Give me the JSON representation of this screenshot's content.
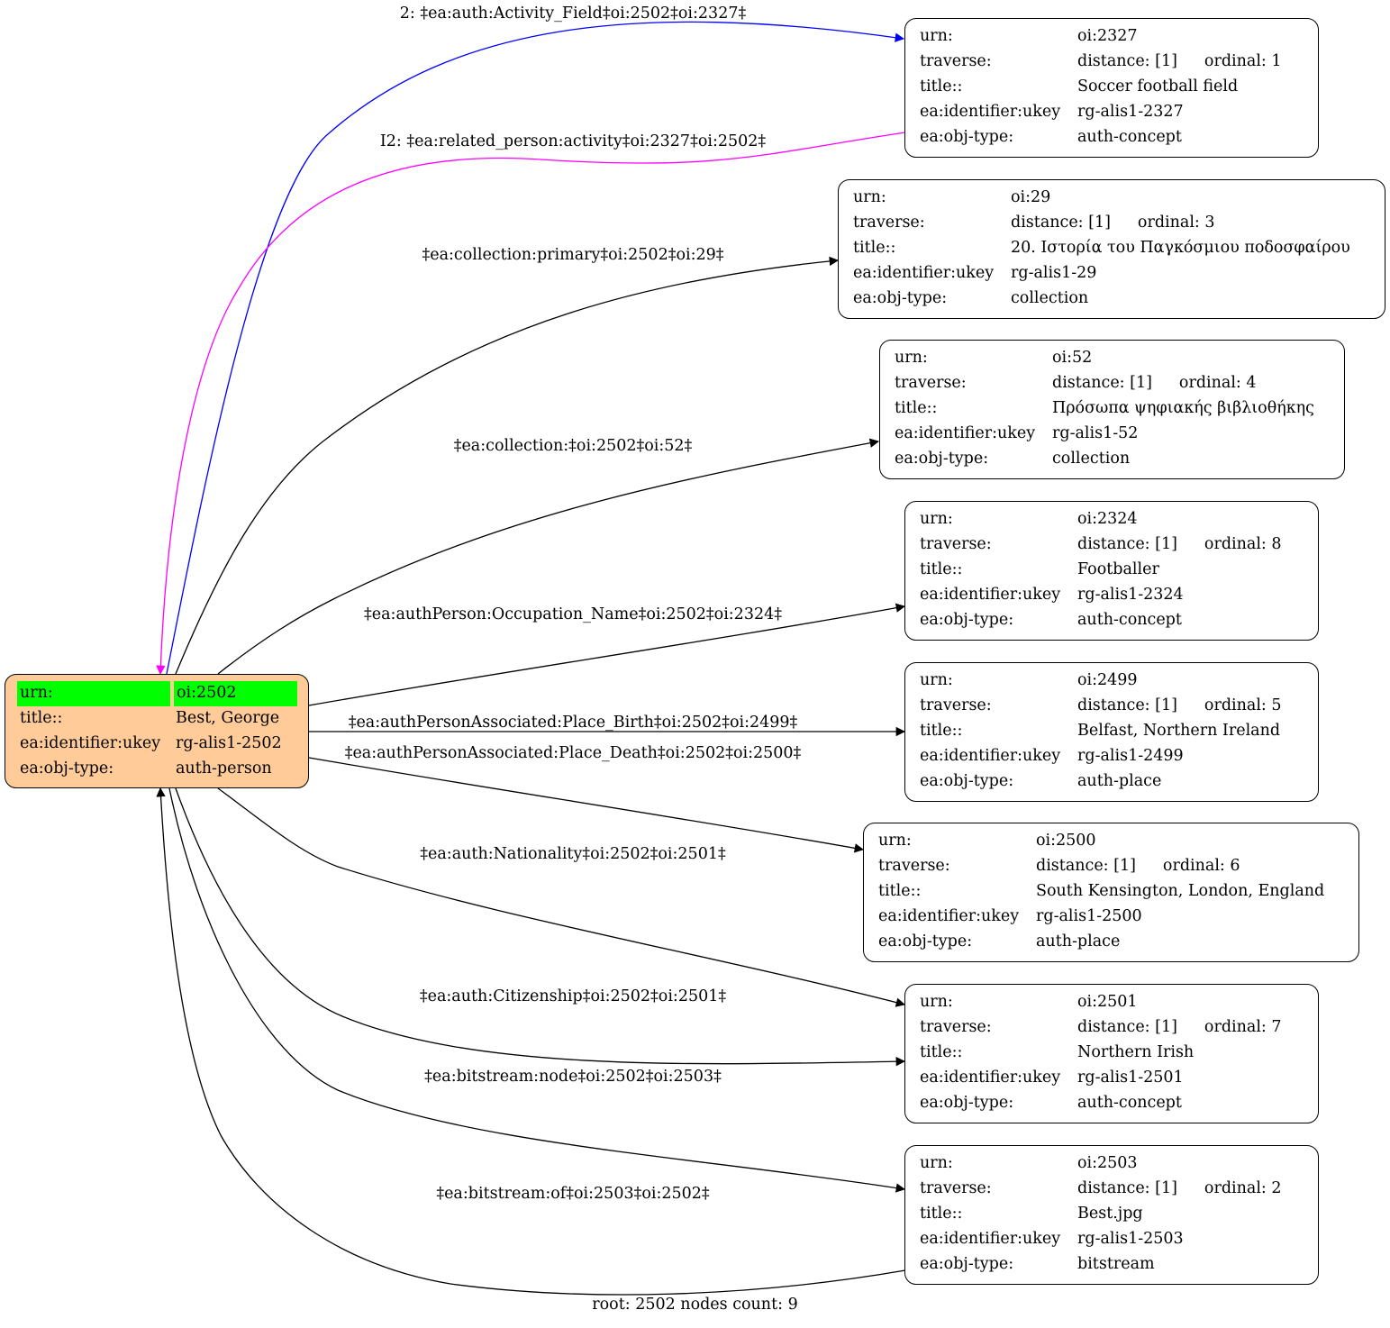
{
  "root_node": {
    "rows": [
      {
        "key": "urn:",
        "value": "oi:2502"
      },
      {
        "key": "title::",
        "value": "Best, George"
      },
      {
        "key": "ea:identifier:ukey",
        "value": "rg-alis1-2502"
      },
      {
        "key": "ea:obj-type:",
        "value": "auth-person"
      }
    ],
    "fill_color": "#ffcc99",
    "highlight_color": "#00ff00"
  },
  "nodes": [
    {
      "urn": "oi:2327",
      "distance": "distance: [1]",
      "ordinal": "ordinal: 1",
      "title": "Soccer football  field",
      "ukey": "rg-alis1-2327",
      "obj_type": "auth-concept"
    },
    {
      "urn": "oi:29",
      "distance": "distance: [1]",
      "ordinal": "ordinal: 3",
      "title": "20. Ιστορία του Παγκόσμιου ποδοσφαίρου",
      "ukey": "rg-alis1-29",
      "obj_type": "collection"
    },
    {
      "urn": "oi:52",
      "distance": "distance: [1]",
      "ordinal": "ordinal: 4",
      "title": "Πρόσωπα ψηφιακής βιβλιοθήκης",
      "ukey": "rg-alis1-52",
      "obj_type": "collection"
    },
    {
      "urn": "oi:2324",
      "distance": "distance: [1]",
      "ordinal": "ordinal: 8",
      "title": "Footballer",
      "ukey": "rg-alis1-2324",
      "obj_type": "auth-concept"
    },
    {
      "urn": "oi:2499",
      "distance": "distance: [1]",
      "ordinal": "ordinal: 5",
      "title": "Belfast, Northern Ireland",
      "ukey": "rg-alis1-2499",
      "obj_type": "auth-place"
    },
    {
      "urn": "oi:2500",
      "distance": "distance: [1]",
      "ordinal": "ordinal: 6",
      "title": "South Kensington, London, England",
      "ukey": "rg-alis1-2500",
      "obj_type": "auth-place"
    },
    {
      "urn": "oi:2501",
      "distance": "distance: [1]",
      "ordinal": "ordinal: 7",
      "title": "Northern Irish",
      "ukey": "rg-alis1-2501",
      "obj_type": "auth-concept"
    },
    {
      "urn": "oi:2503",
      "distance": "distance: [1]",
      "ordinal": "ordinal: 2",
      "title": "Best.jpg",
      "ukey": "rg-alis1-2503",
      "obj_type": "bitstream"
    }
  ],
  "node_keys": {
    "urn": "urn:",
    "traverse": "traverse:",
    "title": "title::",
    "ukey": "ea:identifier:ukey",
    "obj_type": "ea:obj-type:"
  },
  "edges": [
    {
      "label": "2: ‡ea:auth:Activity_Field‡oi:2502‡oi:2327‡",
      "color": "#0000ff"
    },
    {
      "label": "I2: ‡ea:related_person:activity‡oi:2327‡oi:2502‡",
      "color": "#ff00ff"
    },
    {
      "label": "‡ea:collection:primary‡oi:2502‡oi:29‡",
      "color": "#000000"
    },
    {
      "label": "‡ea:collection:‡oi:2502‡oi:52‡",
      "color": "#000000"
    },
    {
      "label": "‡ea:authPerson:Occupation_Name‡oi:2502‡oi:2324‡",
      "color": "#000000"
    },
    {
      "label": "‡ea:authPersonAssociated:Place_Birth‡oi:2502‡oi:2499‡",
      "color": "#000000"
    },
    {
      "label": "‡ea:authPersonAssociated:Place_Death‡oi:2502‡oi:2500‡",
      "color": "#000000"
    },
    {
      "label": "‡ea:auth:Nationality‡oi:2502‡oi:2501‡",
      "color": "#000000"
    },
    {
      "label": "‡ea:auth:Citizenship‡oi:2502‡oi:2501‡",
      "color": "#000000"
    },
    {
      "label": "‡ea:bitstream:node‡oi:2502‡oi:2503‡",
      "color": "#000000"
    },
    {
      "label": "‡ea:bitstream:of‡oi:2503‡oi:2502‡",
      "color": "#000000"
    }
  ],
  "footer": "root: 2502 nodes count: 9"
}
